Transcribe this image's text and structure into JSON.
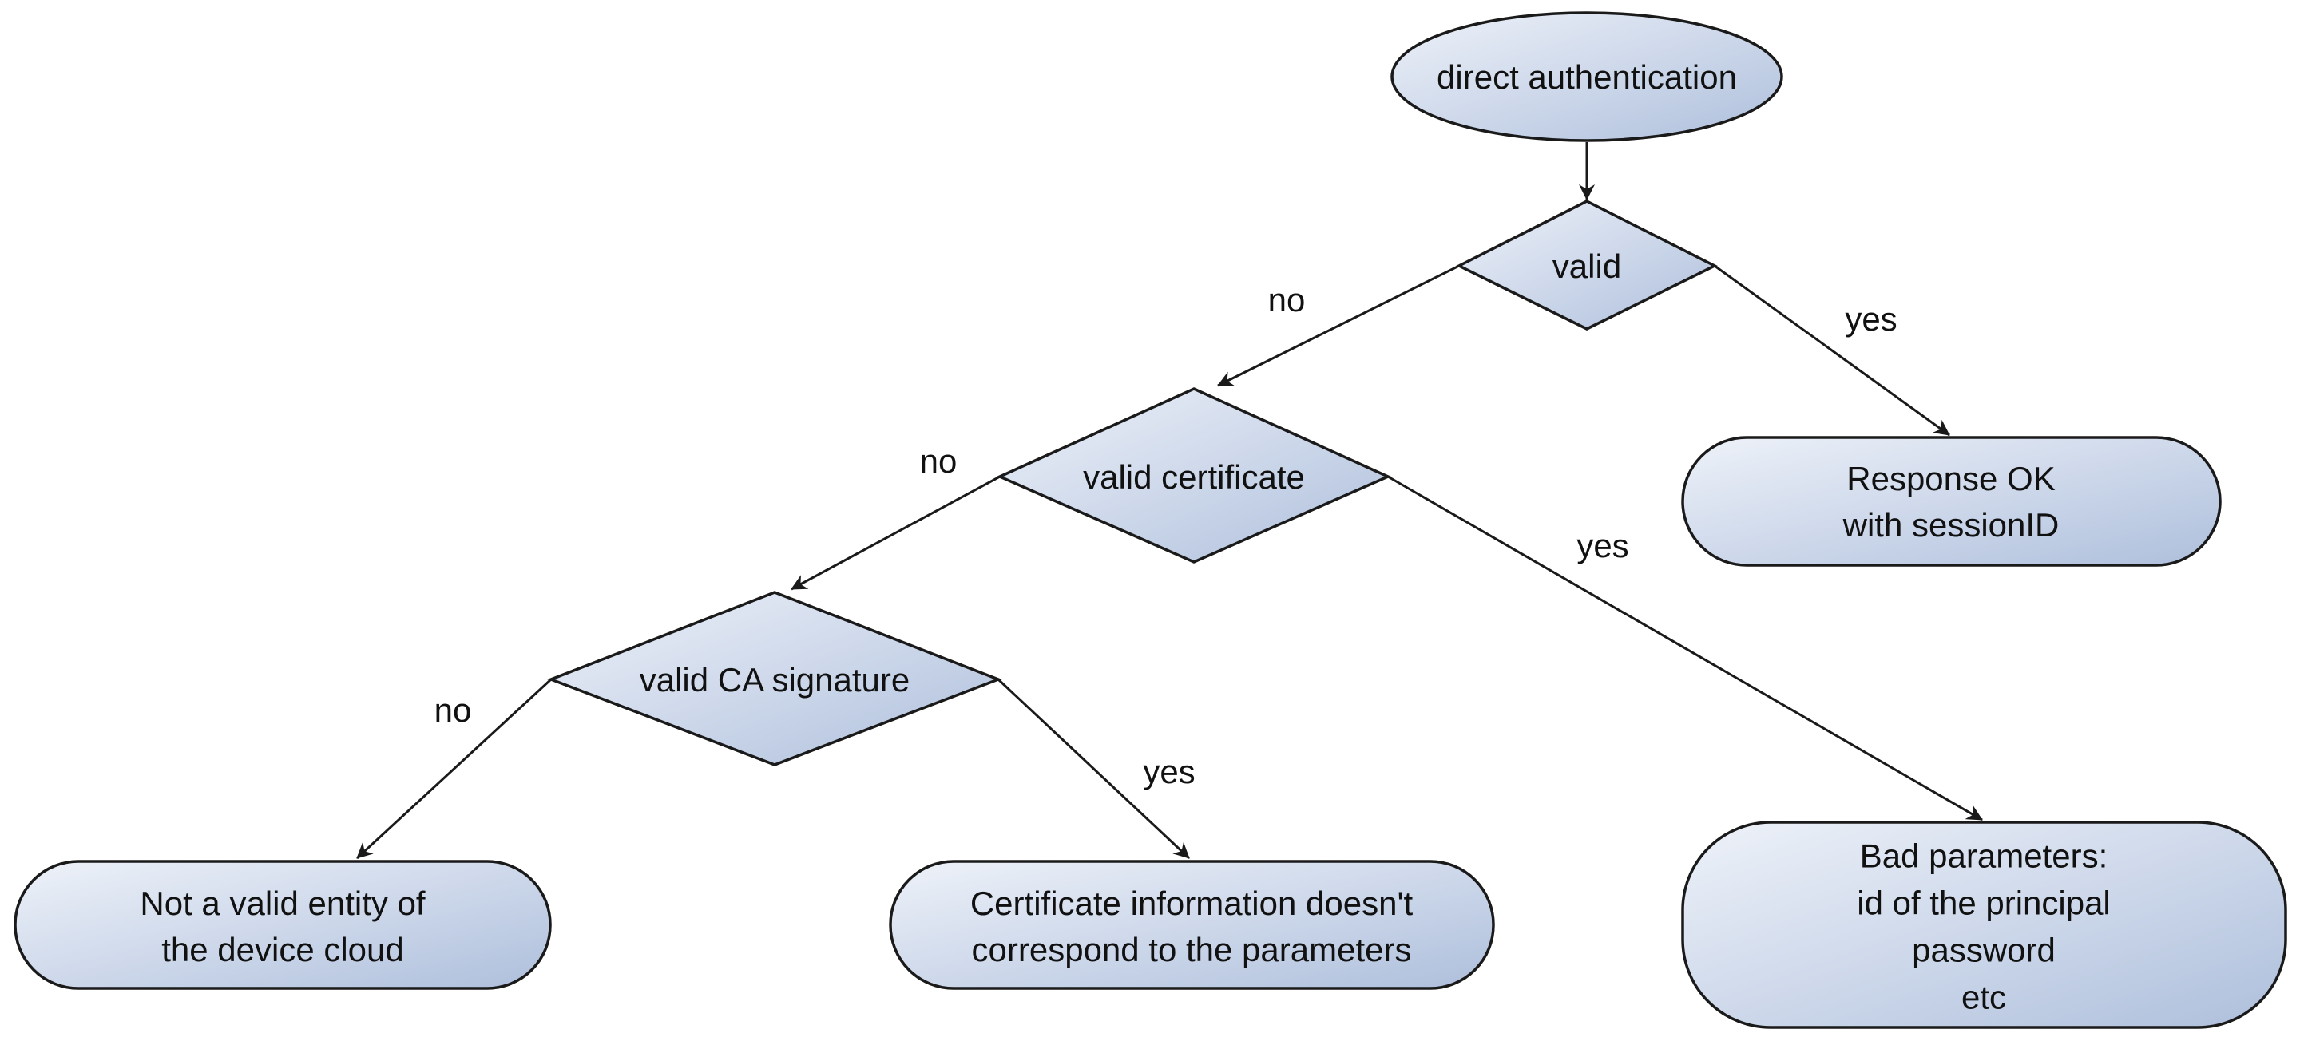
{
  "diagram": {
    "fill_colors": {
      "gradient_start": "#eef2f9",
      "gradient_end": "#aebfdc"
    },
    "nodes": {
      "start": {
        "lines": [
          "direct authentication"
        ]
      },
      "valid": {
        "lines": [
          "valid"
        ]
      },
      "valid_certificate": {
        "lines": [
          "valid certificate"
        ]
      },
      "valid_ca_signature": {
        "lines": [
          "valid CA signature"
        ]
      },
      "response_ok": {
        "lines": [
          "Response OK",
          "with sessionID"
        ]
      },
      "bad_parameters": {
        "lines": [
          "Bad parameters:",
          "id of the principal",
          "password",
          "etc"
        ]
      },
      "not_valid_entity": {
        "lines": [
          "Not a valid entity of",
          "the device cloud"
        ]
      },
      "certificate_mismatch": {
        "lines": [
          "Certificate information doesn't",
          "correspond to the parameters"
        ]
      }
    },
    "edges": {
      "start_to_valid": {
        "label": ""
      },
      "valid_no": {
        "label": "no"
      },
      "valid_yes": {
        "label": "yes"
      },
      "certificate_no": {
        "label": "no"
      },
      "certificate_yes": {
        "label": "yes"
      },
      "ca_no": {
        "label": "no"
      },
      "ca_yes": {
        "label": "yes"
      }
    }
  }
}
